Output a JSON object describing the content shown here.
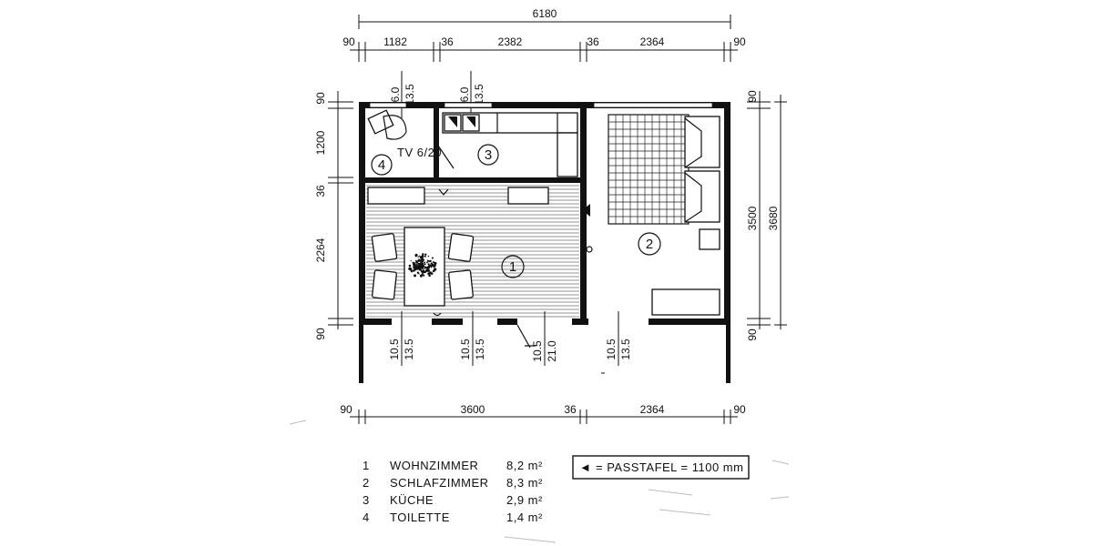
{
  "dimensions": {
    "overall_width": "6180",
    "top_row": [
      "90",
      "1182",
      "36",
      "2382",
      "36",
      "2364",
      "90"
    ],
    "bottom_row": [
      "90",
      "3600",
      "36",
      "2364",
      "90"
    ],
    "left_column": [
      "90",
      "1200",
      "36",
      "2264",
      "90"
    ],
    "right_column": [
      "90",
      "3500",
      "90"
    ],
    "overall_height": "3680",
    "window_toilet": [
      "6.0",
      "13.5"
    ],
    "window_kitchen": [
      "6.0",
      "13.5"
    ],
    "window_living_left": [
      "10.5",
      "13.5"
    ],
    "window_living_mid": [
      "10.5",
      "13.5"
    ],
    "door_entry": [
      "10.5",
      "21.0"
    ],
    "window_bedroom": [
      "10.5",
      "13.5"
    ]
  },
  "labels": {
    "tv": "TV 6/20"
  },
  "rooms": [
    {
      "num": "1",
      "name": "WOHNZIMMER",
      "area": "8,2 m²"
    },
    {
      "num": "2",
      "name": "SCHLAFZIMMER",
      "area": "8,3 m²"
    },
    {
      "num": "3",
      "name": "KÜCHE",
      "area": "2,9 m²"
    },
    {
      "num": "4",
      "name": "TOILETTE",
      "area": "1,4 m²"
    }
  ],
  "legend": {
    "marker": "◄",
    "text": "= PASSTAFEL = 1100 mm"
  }
}
